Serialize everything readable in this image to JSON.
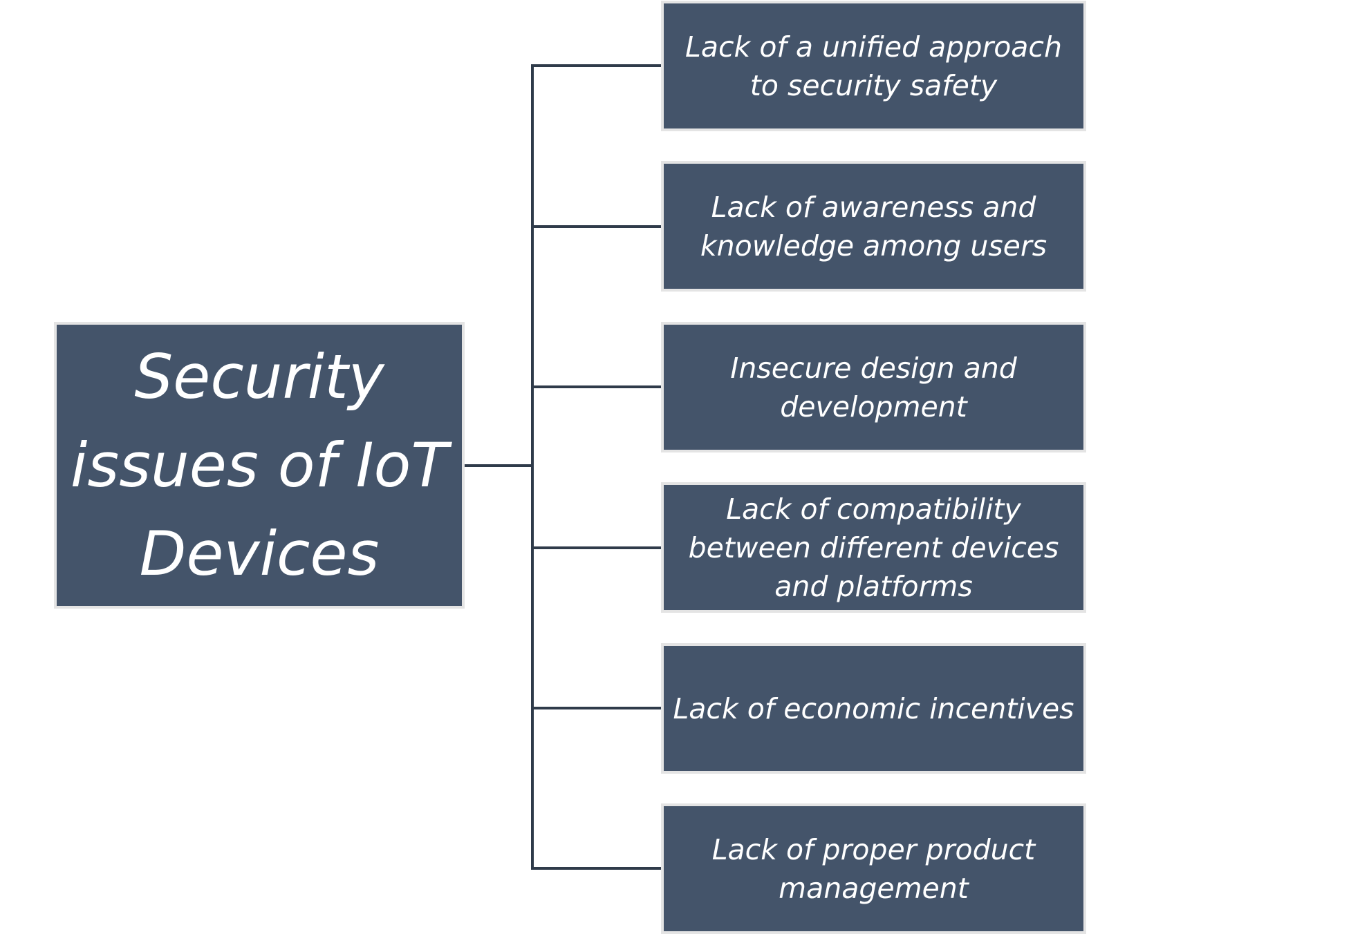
{
  "diagram": {
    "root": {
      "label": "Security issues of IoT Devices"
    },
    "children": [
      {
        "label": "Lack of a unified approach to security safety"
      },
      {
        "label": "Lack of awareness and knowledge among users"
      },
      {
        "label": "Insecure design and development"
      },
      {
        "label": "Lack of compatibility between different devices and platforms"
      },
      {
        "label": "Lack of economic incentives"
      },
      {
        "label": "Lack of proper product management"
      }
    ],
    "colors": {
      "box_fill": "#44546a",
      "box_border": "#e4e4e4",
      "text": "#ffffff",
      "connector": "#2f3b4a"
    }
  }
}
